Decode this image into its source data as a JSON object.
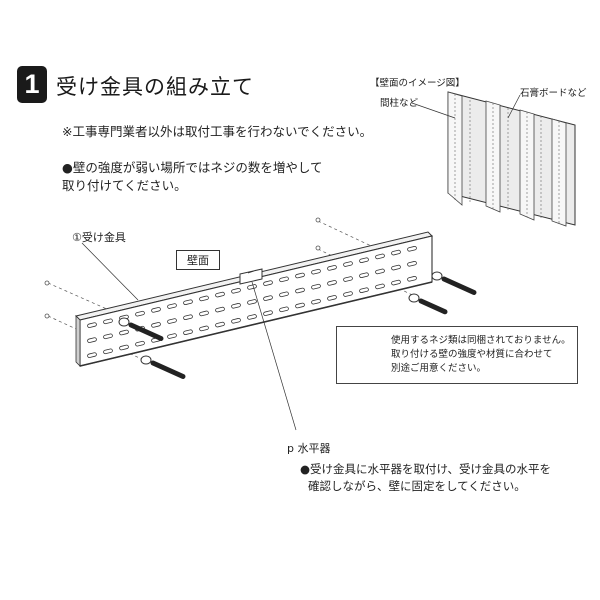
{
  "step": {
    "number": "1",
    "title": "受け金具の組み立て"
  },
  "notes": {
    "contractor_only": "※工事専門業者以外は取付工事を行わないでください。",
    "weak_wall_line1": "●壁の強度が弱い場所ではネジの数を増やして",
    "weak_wall_line2": "取り付けてください。"
  },
  "wall_image": {
    "title": "【壁面のイメージ図】",
    "stud_label": "間柱など",
    "board_label": "石膏ボードなど"
  },
  "diagram": {
    "bracket_label": "①受け金具",
    "wall_label": "壁面",
    "level_label": "p 水平器"
  },
  "warning": {
    "icon": "warning-triangle-icon",
    "line1": "使用するネジ類は同梱されておりません。",
    "line2": "取り付ける壁の強度や材質に合わせて",
    "line3": "別途ご用意ください。"
  },
  "level_note": {
    "line1": "●受け金具に水平器を取付け、受け金具の水平を",
    "line2": "確認しながら、壁に固定をしてください。"
  }
}
